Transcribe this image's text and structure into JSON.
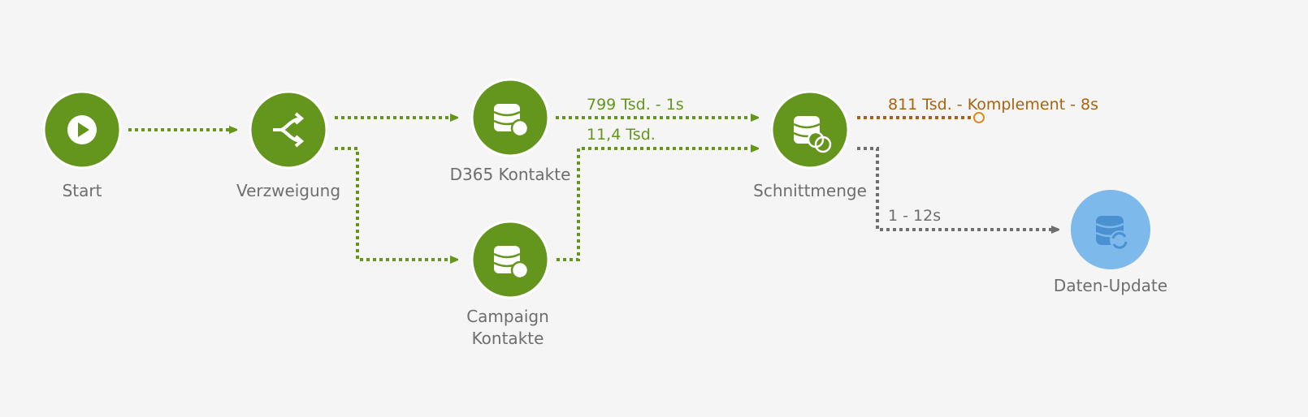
{
  "colors": {
    "success": "#64961e",
    "complement": "#a8630f",
    "neutral": "#6e6e6e",
    "pending": "#7db9ea",
    "pending_icon": "#4b91d2",
    "background": "#f5f5f5"
  },
  "nodes": {
    "start": {
      "label": "Start",
      "icon": "play-icon"
    },
    "branch": {
      "label": "Verzweigung",
      "icon": "fork-icon"
    },
    "d365": {
      "label": "D365 Kontakte",
      "icon": "database-query-icon"
    },
    "campaign": {
      "label_line1": "Campaign",
      "label_line2": "Kontakte",
      "icon": "database-query-icon"
    },
    "intersection": {
      "label": "Schnittmenge",
      "icon": "database-intersection-icon"
    },
    "update": {
      "label": "Daten-Update",
      "icon": "database-refresh-icon"
    }
  },
  "edges": {
    "d365_to_intersection": "799 Tsd. - 1s",
    "campaign_to_intersection": "11,4 Tsd.",
    "complement": "811 Tsd. - Komplement - 8s",
    "intersection_to_update": "1 - 12s"
  }
}
